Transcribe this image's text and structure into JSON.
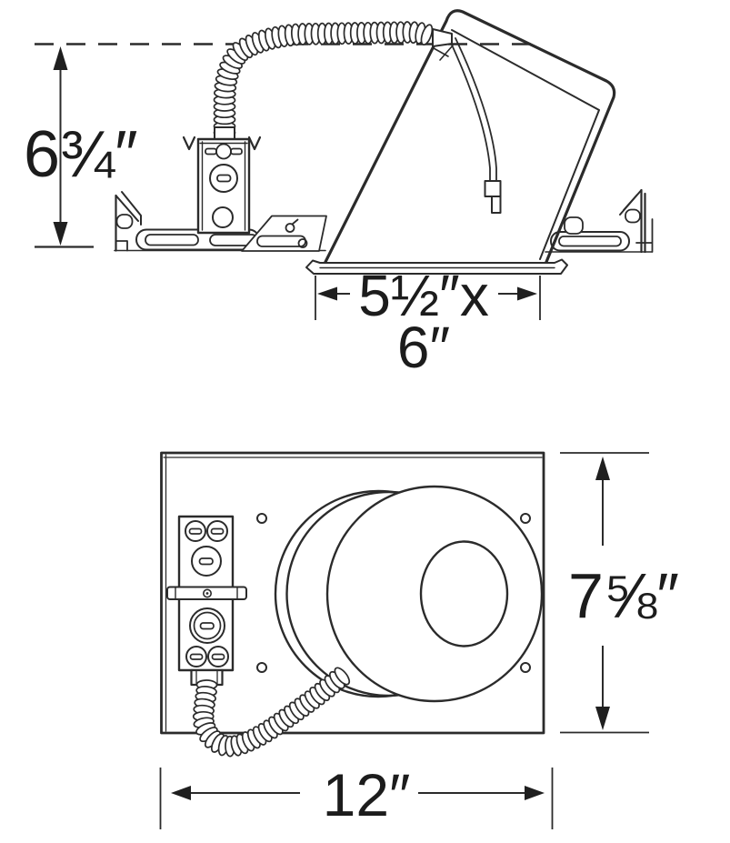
{
  "colors": {
    "background": "#ffffff",
    "line": "#2b2b2b",
    "text": "#1c1c1c"
  },
  "side_view": {
    "dim_height": "6¾″",
    "dim_aperture_line1": "5½″x",
    "dim_aperture_line2": "6″"
  },
  "plan_view": {
    "dim_height": "7⅝″",
    "dim_width": "12″"
  }
}
